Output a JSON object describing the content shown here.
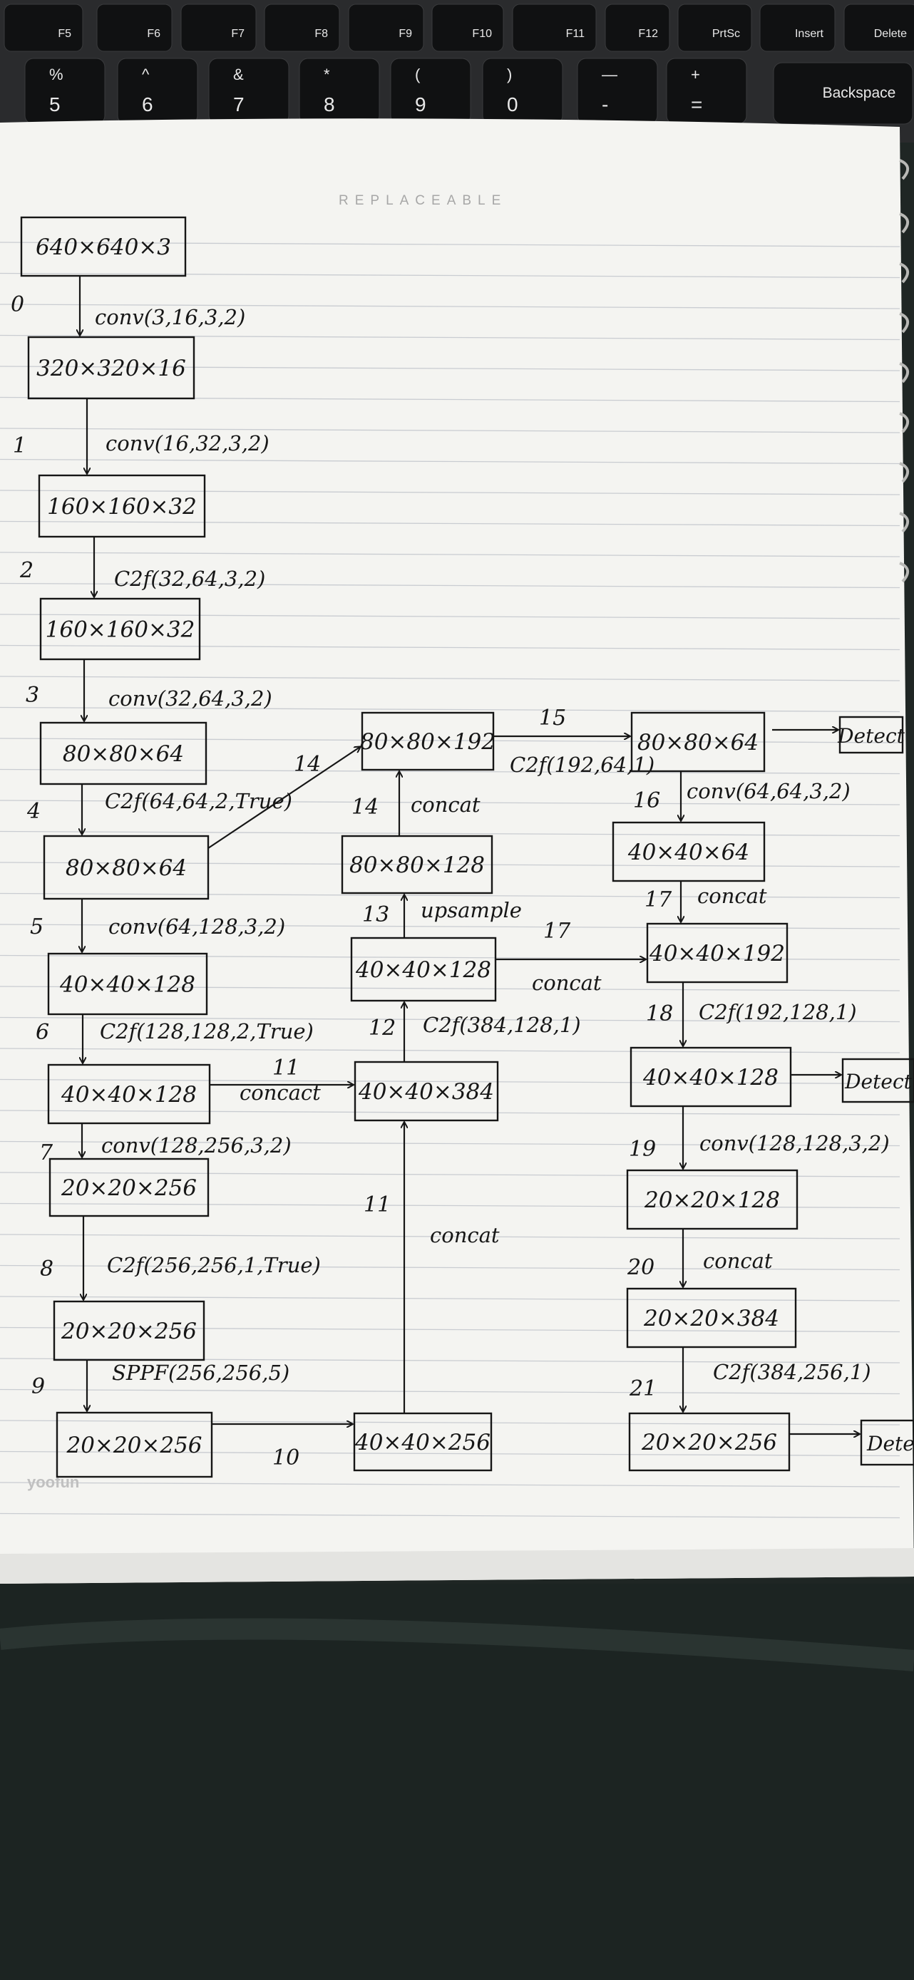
{
  "keyboard": {
    "fkeys": [
      "F5",
      "F6",
      "F7",
      "F8",
      "F9",
      "F10",
      "F11",
      "F12",
      "PrtSc",
      "Insert",
      "Delete"
    ],
    "numkeys": [
      {
        "top": "%",
        "bottom": "5"
      },
      {
        "top": "^",
        "bottom": "6"
      },
      {
        "top": "&",
        "bottom": "7"
      },
      {
        "top": "*",
        "bottom": "8"
      },
      {
        "top": "(",
        "bottom": "9"
      },
      {
        "top": ")",
        "bottom": "0"
      },
      {
        "top": "—",
        "bottom": "-"
      },
      {
        "top": "+",
        "bottom": "="
      }
    ],
    "backspace": "Backspace"
  },
  "notebook": {
    "header_print": "REPLACEABLE",
    "brand": "yoofun"
  },
  "diagram": {
    "boxes": {
      "b_in": "640×640×3",
      "b0": "320×320×16",
      "b1": "160×160×32",
      "b2": "160×160×32",
      "b3": "80×80×64",
      "b4": "80×80×64",
      "b5": "40×40×128",
      "b6": "40×40×128",
      "b7": "20×20×256",
      "b8": "20×20×256",
      "b9": "20×20×256",
      "m10": "40×40×256",
      "m11": "40×40×384",
      "m12": "40×40×128",
      "m13": "80×80×128",
      "m14": "80×80×192",
      "r15": "80×80×64",
      "r16": "40×40×64",
      "r17": "40×40×192",
      "r18": "40×40×128",
      "r19": "20×20×128",
      "r20": "20×20×384",
      "r21": "20×20×256",
      "d1": "Detect",
      "d2": "Detect",
      "d3": "Detect"
    },
    "layer_ops": {
      "op0": "conv(3,16,3,2)",
      "op1": "conv(16,32,3,2)",
      "op2": "C2f(32,64,3,2)",
      "op3": "conv(32,64,3,2)",
      "op4": "C2f(64,64,2,True)",
      "op5": "conv(64,128,3,2)",
      "op6": "C2f(128,128,2,True)",
      "op7": "conv(128,256,3,2)",
      "op8": "C2f(256,256,1,True)",
      "op9": "SPPF(256,256,5)",
      "op12": "C2f(384,128,1)",
      "op13": "upsample",
      "op14": "concat",
      "op15": "C2f(192,64,1)",
      "op16": "conv(64,64,3,2)",
      "op17a": "concat",
      "op17b": "concat",
      "op18": "C2f(192,128,1)",
      "op19": "conv(128,128,3,2)",
      "op20": "concat",
      "op21": "C2f(384,256,1)",
      "op11a": "concact",
      "op11b": "concat"
    },
    "layer_numbers": {
      "n0": "0",
      "n1": "1",
      "n2": "2",
      "n3": "3",
      "n4": "4",
      "n5": "5",
      "n6": "6",
      "n7": "7",
      "n8": "8",
      "n9": "9",
      "n10": "10",
      "n11a": "11",
      "n11b": "11",
      "n12": "12",
      "n13": "13",
      "n14a": "14",
      "n14b": "14",
      "n15": "15",
      "n16": "16",
      "n17a": "17",
      "n17b": "17",
      "n18": "18",
      "n19": "19",
      "n20": "20",
      "n21": "21"
    }
  }
}
